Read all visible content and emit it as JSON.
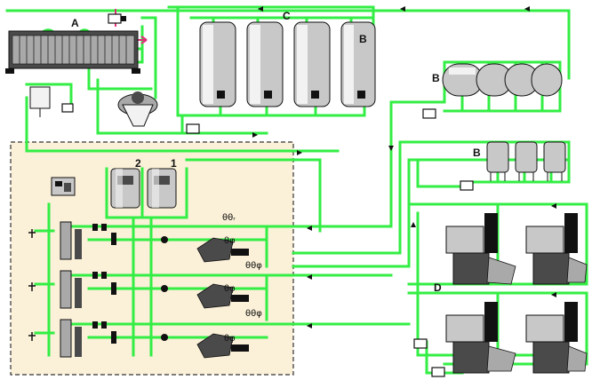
{
  "colors": {
    "pipe": "#33ee44",
    "pipe_dark": "#1faa2c",
    "panel_bg": "#fbf0d8",
    "panel_border": "#333333",
    "metal_light": "#f2f2f2",
    "metal_mid": "#a9a9a9",
    "metal_dark": "#4a4a4a",
    "outline": "#111111",
    "accent_pink": "#e0307a",
    "flow_mark": "#111111"
  },
  "labels": {
    "a": "A",
    "b_top": "B",
    "b_right_upper": "B",
    "b_right_lower": "B",
    "c": "C",
    "d": "D",
    "tank_1": "1",
    "tank_2": "2"
  },
  "valve_symbols": {
    "v1": "θθᵣ",
    "v2": "θφ",
    "v3": "θθφ",
    "v4": "θφ",
    "v5": "θθφ",
    "v6": "θφ"
  },
  "icons": {
    "pump": "pump-icon",
    "heat_exchanger": "heat-exchanger-icon",
    "separator": "separator-icon",
    "storage_tank": "storage-tank-icon",
    "horizontal_tank": "horizontal-tank-icon",
    "filler_machine": "filler-machine-icon",
    "control_cabinet": "control-cabinet-icon"
  }
}
